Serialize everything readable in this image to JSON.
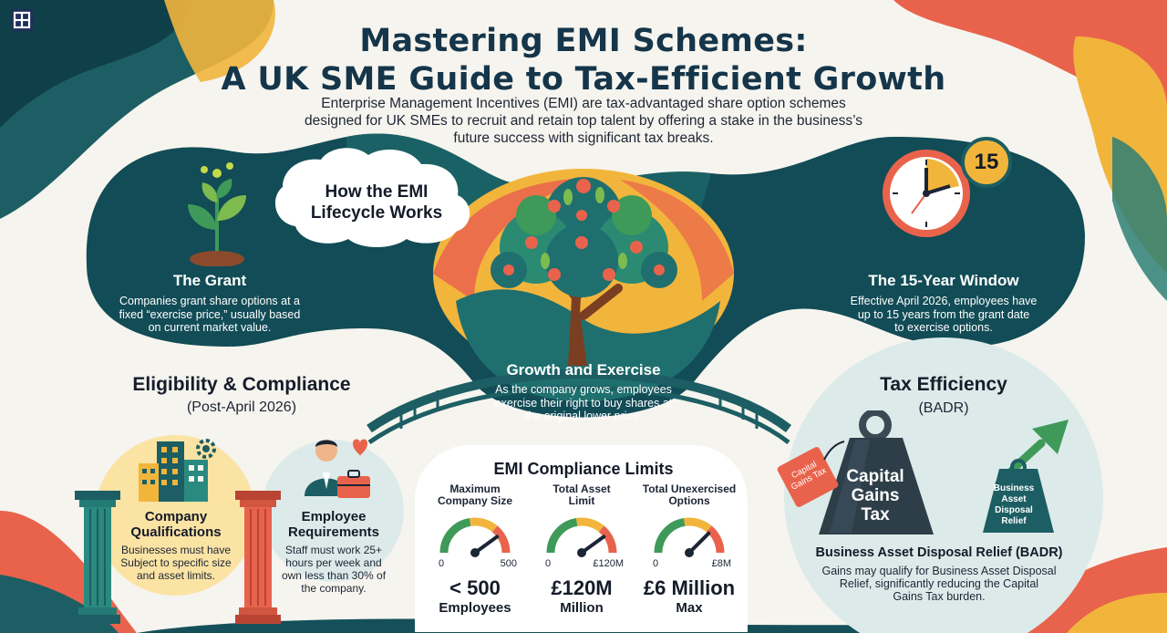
{
  "header": {
    "logo_icon": "brand-logo-icon",
    "title_line1": "Mastering EMI Schemes:",
    "title_line2": "A UK SME Guide to Tax-Efficient Growth",
    "intro_line1": "Enterprise Management Incentives (EMI) are tax-advantaged share option schemes",
    "intro_line2": "designed for UK SMEs to recruit and retain top talent by offering a stake in the business’s",
    "intro_line3": "future success with significant tax breaks."
  },
  "lifecycle": {
    "heading_line1": "How the EMI",
    "heading_line2": "Lifecycle Works",
    "grant": {
      "title": "The Grant",
      "line1": "Companies grant share options at a",
      "line2": "fixed “exercise price,” usually based",
      "line3": "on current market value.",
      "icon": "sprout-icon"
    },
    "growth": {
      "title": "Growth and Exercise",
      "line1": "As the company grows, employees",
      "line2": "exercise their right to buy shares at",
      "line3": "the original lower price.",
      "icon": "fruit-tree-icon"
    },
    "window": {
      "title": "The 15-Year Window",
      "line1": "Effective April 2026, employees have",
      "line2": "up to 15 years from the grant date",
      "line3": "to exercise options.",
      "badge": "15",
      "icon": "clock-icon"
    }
  },
  "eligibility": {
    "title": "Eligibility & Compliance",
    "subtitle": "(Post-April 2026)",
    "company": {
      "title_line1": "Company",
      "title_line2": "Qualifications",
      "line1": "Businesses must have",
      "line2": "Subject to specific size",
      "line3": "and asset limits.",
      "icon": "buildings-icon"
    },
    "employee": {
      "title_line1": "Employee",
      "title_line2": "Requirements",
      "line1": "Staff must work 25+",
      "line2": "hours per week and",
      "line3": "own less than 30% of",
      "line4": "the company.",
      "icon": "employee-briefcase-icon"
    }
  },
  "limits": {
    "title": "EMI Compliance Limits",
    "gauges": [
      {
        "label1": "Maximum",
        "label2": "Company Size",
        "min": "0",
        "max": "500",
        "value": "< 500",
        "unit": "Employees",
        "level": 0.8
      },
      {
        "label1": "Total Asset",
        "label2": "Limit",
        "min": "0",
        "max": "£120M",
        "value": "£120M",
        "unit": "Million",
        "level": 0.8
      },
      {
        "label1": "Total Unexercised",
        "label2": "Options",
        "min": "0",
        "max": "£8M",
        "value": "£6 Million",
        "unit": "Max",
        "level": 0.75
      }
    ]
  },
  "tax": {
    "title": "Tax Efficiency",
    "subtitle": "(BADR)",
    "weight_line1": "Capital",
    "weight_line2": "Gains",
    "weight_line3": "Tax",
    "tag_line1": "Capital",
    "tag_line2": "Gains Tax",
    "small_line1": "Business",
    "small_line2": "Asset",
    "small_line3": "Disposal",
    "small_line4": "Relief",
    "badr_title": "Business Asset Disposal Relief (BADR)",
    "line1": "Gains may qualify for Business Asset Disposal",
    "line2": "Relief, significantly reducing the Capital",
    "line3": "Gains Tax burden."
  },
  "colors": {
    "teal_dark": "#114650",
    "teal": "#1d6b6e",
    "coral": "#e8604a",
    "yellow": "#f3b93c",
    "green": "#3f9a5a"
  }
}
